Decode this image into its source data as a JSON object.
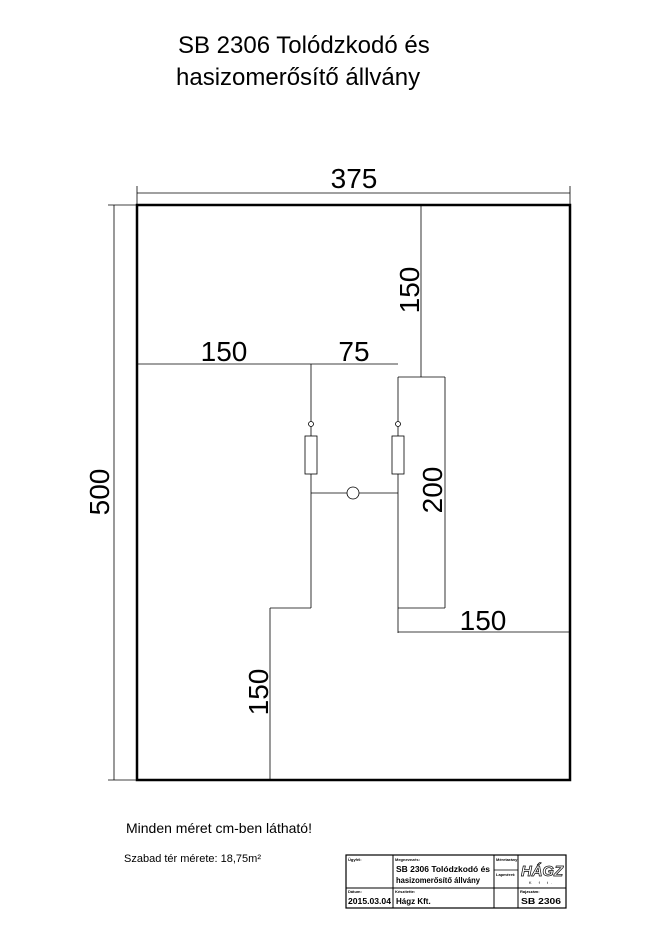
{
  "title": {
    "line1": "SB 2306 Tolódzkodó és",
    "line2": "hasizomerősítő állvány"
  },
  "dimensions": {
    "width_total": "375",
    "height_total": "500",
    "top_right_vertical": "150",
    "left_horizontal": "150",
    "center_horizontal": "75",
    "right_vertical": "200",
    "right_horizontal": "150",
    "bottom_left_vertical": "150"
  },
  "note": "Minden méret cm-ben látható!",
  "free_space": {
    "label": "Szabad tér mérete:",
    "value": "18,75m²"
  },
  "title_block": {
    "client_label": "Ügyfél:",
    "name_label": "Megnevezés:",
    "name_line1": "SB 2306 Tolódzkodó és",
    "name_line2": "hasizomerősítő állvány",
    "scale_label": "Méretarány:",
    "format_label": "Lapméret:",
    "logo_text": "HÁGZ",
    "logo_sub": "K f t.",
    "date_label": "Dátum:",
    "date": "2015.03.04",
    "designer_label": "Készítette:",
    "designer": "Hágz Kft.",
    "drawing_no_label": "Rajzszám:",
    "drawing_no": "SB 2306"
  }
}
